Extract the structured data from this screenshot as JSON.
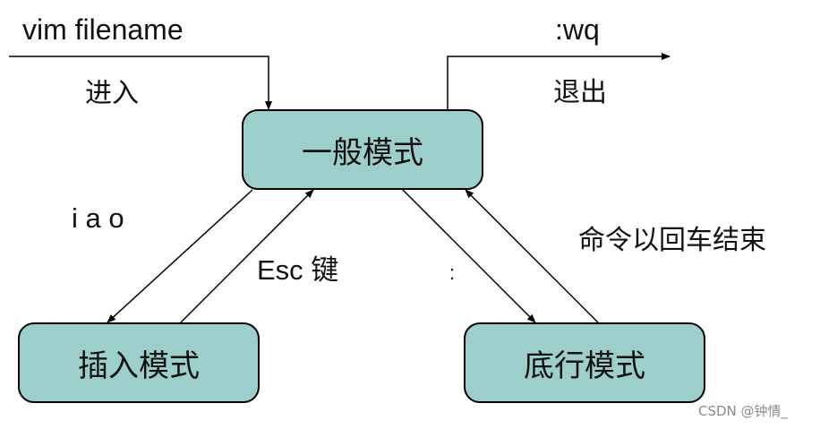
{
  "labels": {
    "enter_command": "vim filename",
    "enter_text": "进入",
    "exit_command": ":wq",
    "exit_text": "退出",
    "insert_keys": "i a o",
    "esc_key": "Esc 键",
    "colon_key": ":",
    "enter_end": "命令以回车结束"
  },
  "modes": {
    "normal": "一般模式",
    "insert": "插入模式",
    "command_line": "底行模式"
  },
  "watermark": "CSDN @钟情_",
  "colors": {
    "box_fill": "#9ccfcb",
    "line": "#000000"
  }
}
